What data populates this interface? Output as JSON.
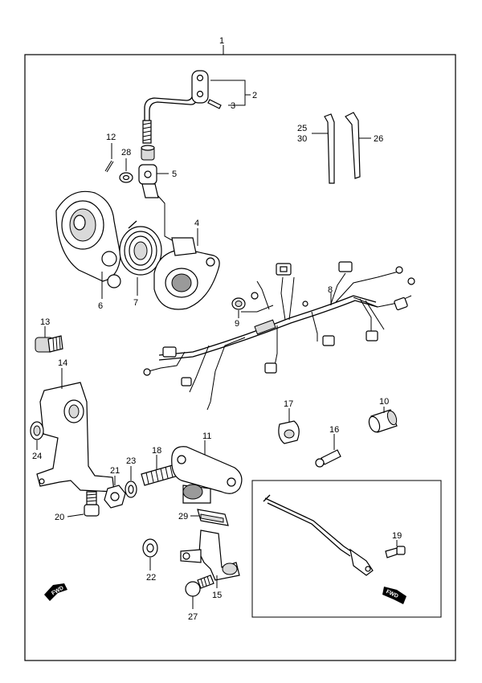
{
  "callouts": {
    "c1": "1",
    "c2": "2",
    "c3": "3",
    "c4": "4",
    "c5": "5",
    "c6": "6",
    "c7": "7",
    "c8": "8",
    "c9": "9",
    "c10": "10",
    "c11": "11",
    "c12": "12",
    "c13": "13",
    "c14": "14",
    "c15": "15",
    "c16": "16",
    "c17": "17",
    "c18": "18",
    "c19": "19",
    "c20": "20",
    "c21": "21",
    "c22": "22",
    "c23": "23",
    "c24": "24",
    "c25": "25",
    "c26": "26",
    "c27": "27",
    "c28": "28",
    "c29": "29",
    "c30": "30"
  },
  "direction_marks": {
    "left": "FWD",
    "right": "FWD"
  }
}
